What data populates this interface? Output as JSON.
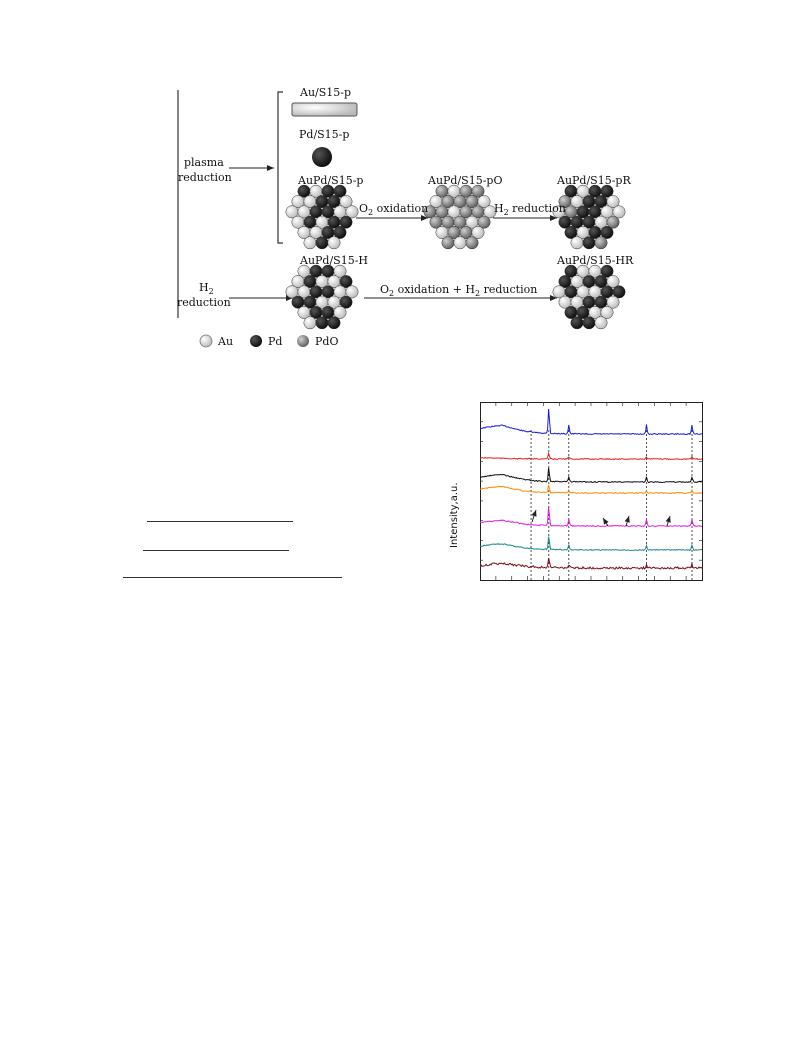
{
  "scheme": {
    "labels": {
      "au_s15_p": "Au/S15-p",
      "pd_s15_p": "Pd/S15-p",
      "aupd_s15_p": "AuPd/S15-p",
      "aupd_s15_po": "AuPd/S15-pO",
      "aupd_s15_pr": "AuPd/S15-pR",
      "aupd_s15_h": "AuPd/S15-H",
      "aupd_s15_hr": "AuPd/S15-HR",
      "plasma_line1": "plasma",
      "plasma_line2": "reduction",
      "h2_line1": "H",
      "h2_sub": "2",
      "h2_line2": "reduction",
      "o2_ox_a": "O",
      "o2_ox_sub": "2",
      "o2_ox_b": " oxidation",
      "h2_red_a": "H",
      "h2_red_sub": "2",
      "h2_red_b": " reduction",
      "combo_a": "O",
      "combo_sub1": "2",
      "combo_b": " oxidation + H",
      "combo_sub2": "2",
      "combo_c": " reduction"
    },
    "legend": [
      {
        "label": "Au",
        "color": "#d8d8d8"
      },
      {
        "label": "Pd",
        "color": "#1a1a1a"
      },
      {
        "label": "PdO",
        "color": "#8a8a8a"
      }
    ]
  },
  "chart_data": {
    "type": "line",
    "title": "",
    "xlabel": "",
    "ylabel": "Intensity,a.u.",
    "series": [
      {
        "color": "#1b1bd6",
        "offset": 0,
        "values": [
          0.55,
          0.65,
          0.72,
          0.55,
          0.4,
          0.32,
          0.28,
          0.26,
          0.25,
          0.25,
          0.24,
          0.24,
          0.24,
          0.24,
          0.24,
          0.24,
          0.24,
          0.24,
          0.24,
          0.24,
          0.24
        ]
      },
      {
        "color": "#e82020",
        "offset": 1,
        "values": [
          0.3,
          0.3,
          0.28,
          0.26,
          0.25,
          0.25,
          0.24,
          0.24,
          0.24,
          0.24,
          0.24,
          0.24,
          0.24,
          0.24,
          0.24,
          0.24,
          0.24,
          0.24,
          0.24,
          0.24,
          0.24
        ]
      },
      {
        "color": "#111111",
        "offset": 2,
        "values": [
          0.5,
          0.6,
          0.66,
          0.5,
          0.38,
          0.3,
          0.27,
          0.26,
          0.25,
          0.25,
          0.24,
          0.24,
          0.24,
          0.24,
          0.24,
          0.24,
          0.24,
          0.24,
          0.24,
          0.24,
          0.24
        ]
      },
      {
        "color": "#ff8c00",
        "offset": 3,
        "values": [
          0.45,
          0.55,
          0.6,
          0.48,
          0.35,
          0.3,
          0.27,
          0.26,
          0.25,
          0.25,
          0.24,
          0.24,
          0.24,
          0.24,
          0.24,
          0.24,
          0.24,
          0.24,
          0.24,
          0.24,
          0.24
        ]
      },
      {
        "color": "#e020e0",
        "offset": 4,
        "values": [
          0.45,
          0.5,
          0.55,
          0.45,
          0.35,
          0.3,
          0.27,
          0.26,
          0.25,
          0.25,
          0.24,
          0.24,
          0.24,
          0.24,
          0.24,
          0.24,
          0.24,
          0.24,
          0.24,
          0.24,
          0.24
        ]
      },
      {
        "color": "#1a8a8a",
        "offset": 5,
        "values": [
          0.45,
          0.55,
          0.58,
          0.46,
          0.36,
          0.3,
          0.28,
          0.26,
          0.25,
          0.25,
          0.24,
          0.24,
          0.24,
          0.24,
          0.24,
          0.24,
          0.24,
          0.24,
          0.24,
          0.24,
          0.24
        ]
      },
      {
        "color": "#7a0f1a",
        "offset": 6,
        "values": [
          0.35,
          0.45,
          0.5,
          0.42,
          0.34,
          0.3,
          0.27,
          0.26,
          0.25,
          0.25,
          0.24,
          0.24,
          0.24,
          0.24,
          0.24,
          0.24,
          0.24,
          0.24,
          0.24,
          0.24,
          0.24
        ]
      }
    ],
    "peaks": [
      0.31,
      0.4,
      0.75,
      0.955
    ],
    "grid": false
  }
}
